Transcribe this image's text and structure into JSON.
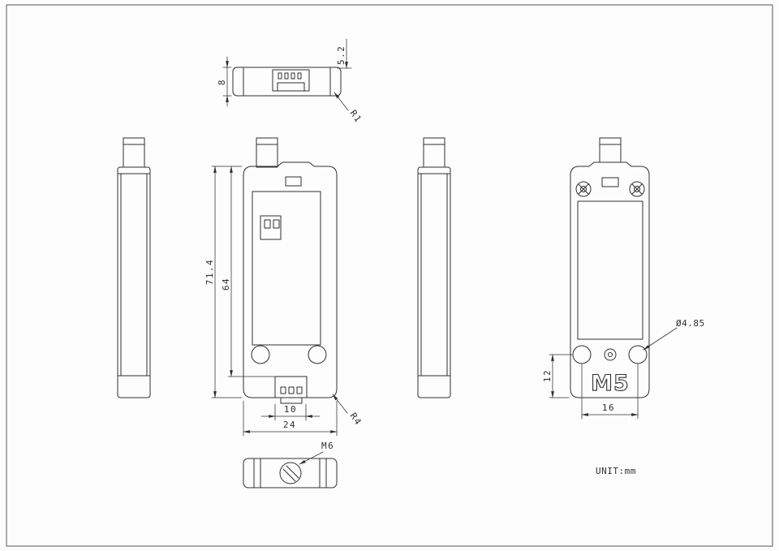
{
  "drawing": {
    "line_color": "#2f2f2f",
    "unit_note": "UNIT:mm",
    "logo_text": "M5",
    "dims": {
      "top_thickness": "8",
      "top_connector_height": "5.2",
      "top_corner_radius": "R1",
      "front_total_height": "71.4",
      "front_body_height": "64",
      "front_port_width": "10",
      "front_width": "24",
      "front_corner_radius": "R4",
      "bottom_thread": "M6",
      "back_hole_offset": "12",
      "back_hole_spacing": "16",
      "back_hole_diameter": "Ø4.85"
    }
  }
}
